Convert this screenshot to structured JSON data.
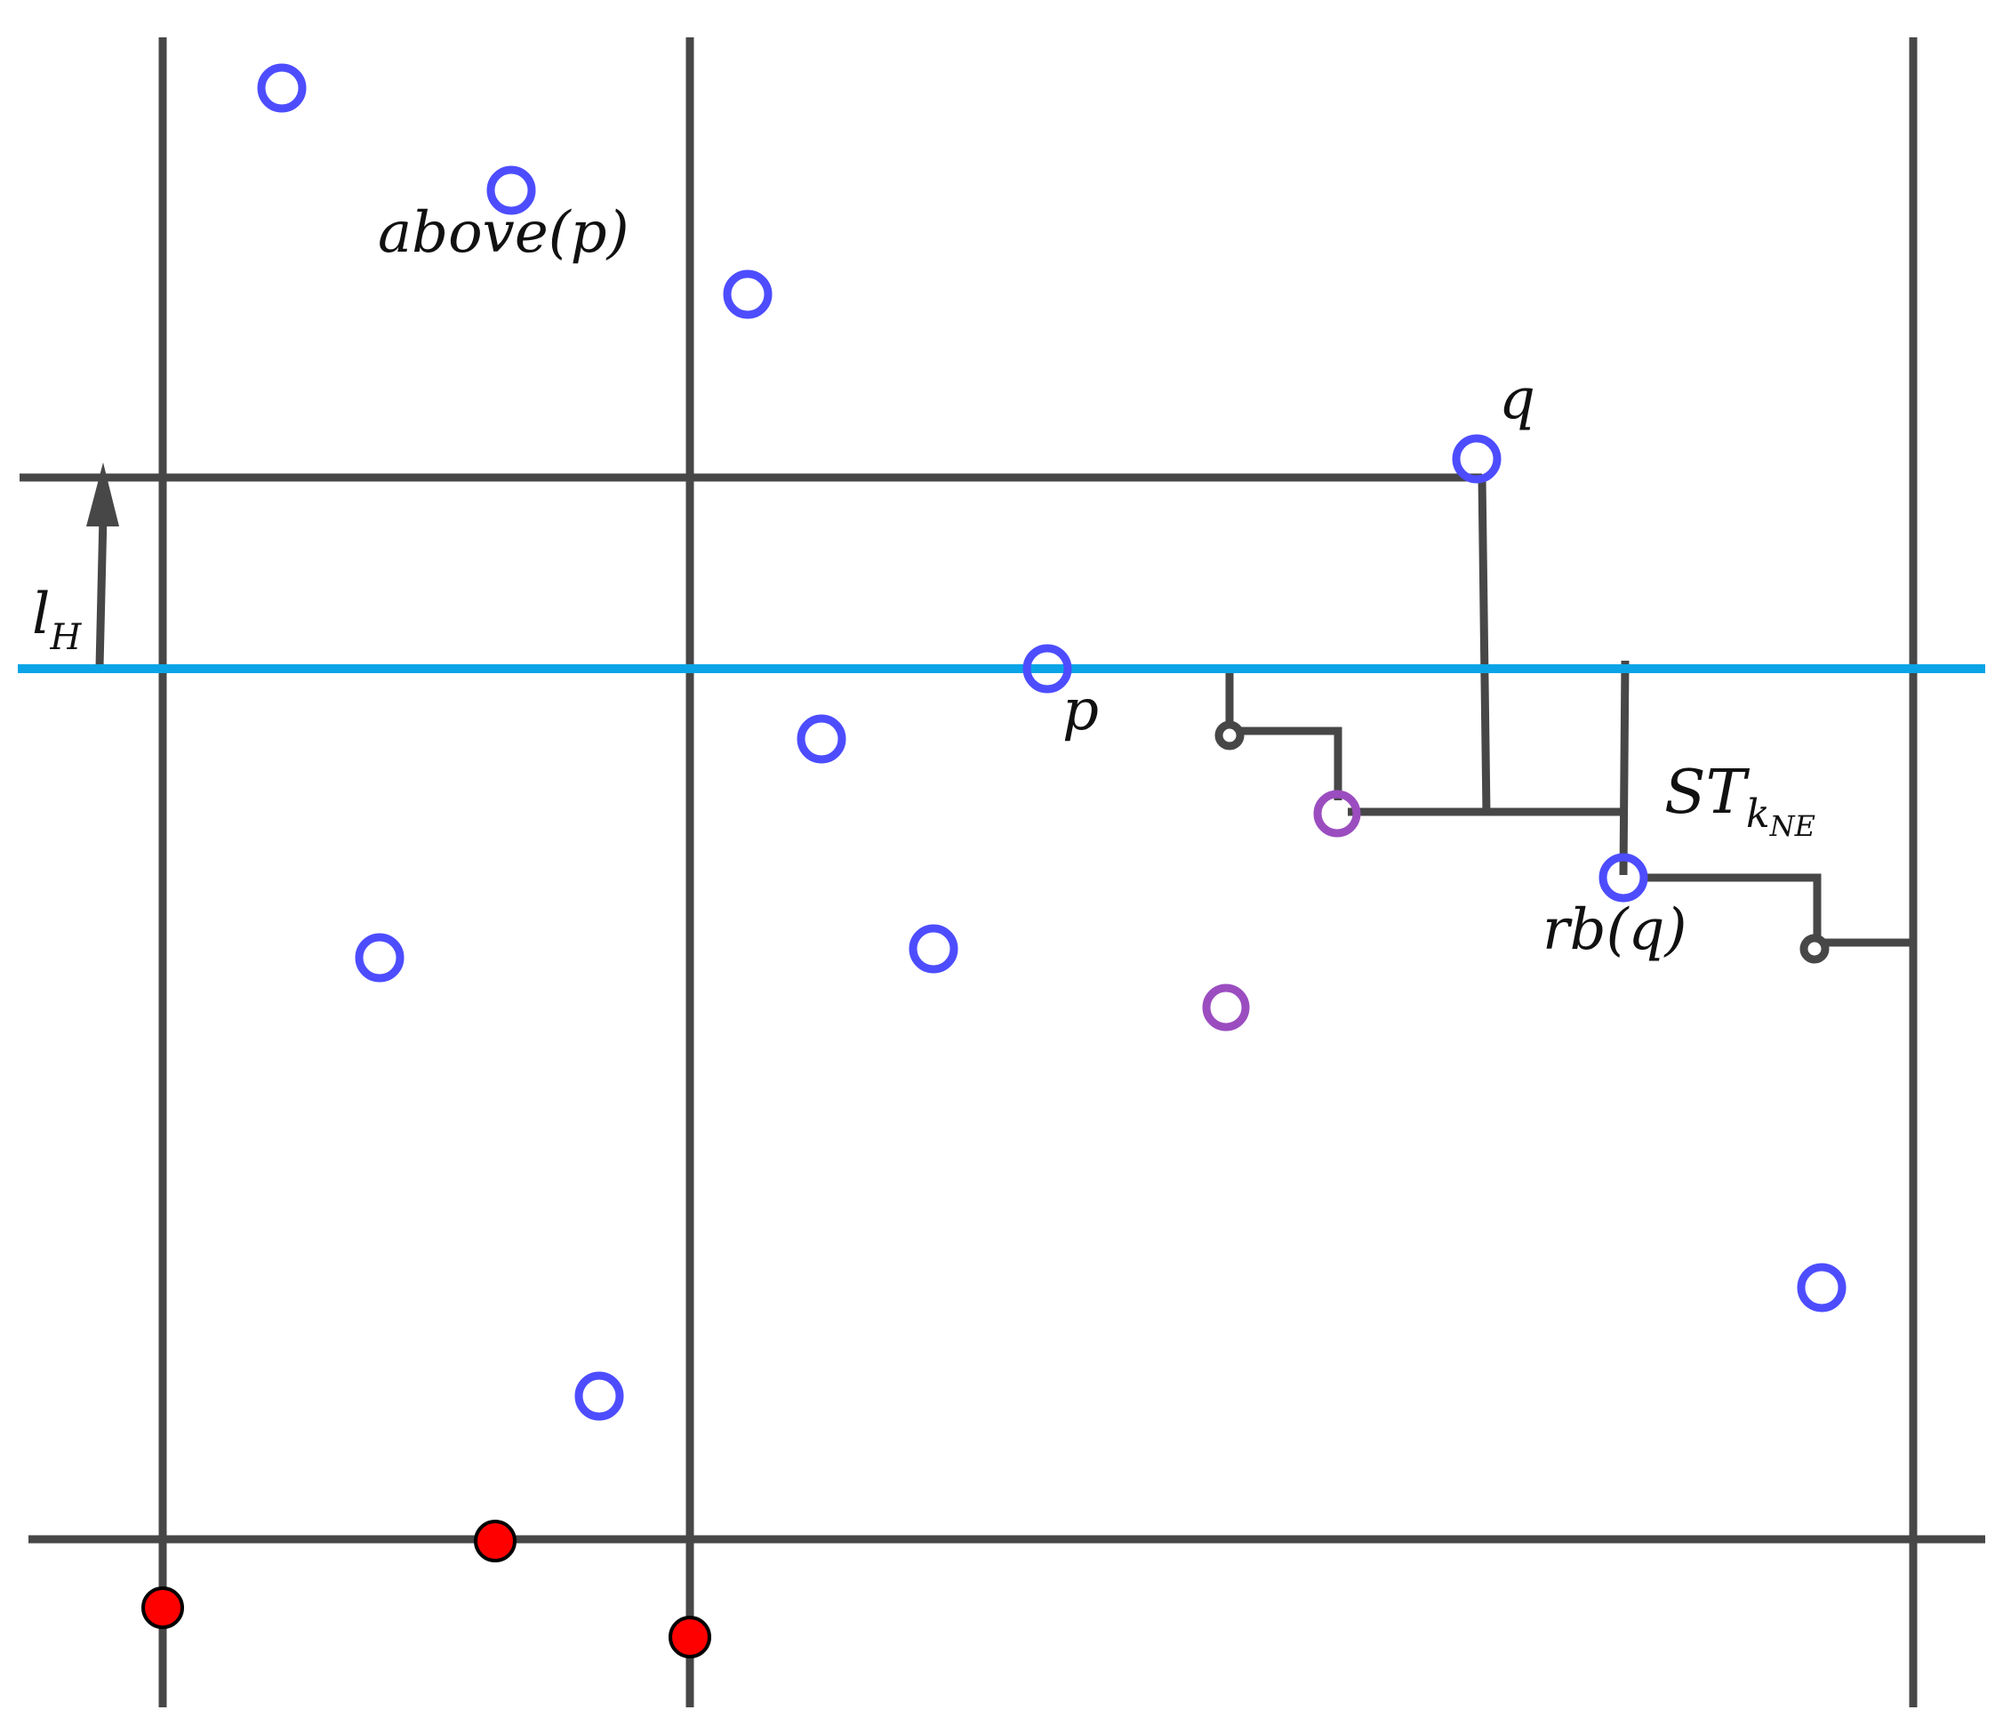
{
  "colors": {
    "line": "#474747",
    "sweep_line": "#0aa4e6",
    "point_blue": "#4d4dff",
    "point_purple": "#9b4dc0",
    "point_red": "#ff0000"
  },
  "labels": {
    "above_p": "above(p)",
    "p": "p",
    "q": "q",
    "l": "l",
    "l_sub": "H",
    "st": "ST",
    "st_sub": "k",
    "st_subsub": "NE",
    "rb_q": "rb(q)"
  }
}
